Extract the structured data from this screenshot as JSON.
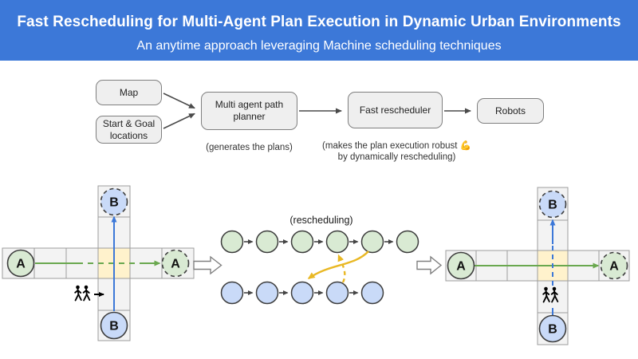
{
  "slide": {
    "title": "Fast Rescheduling for Multi-Agent Plan Execution in Dynamic Urban Environments",
    "subtitle": "An anytime approach leveraging Machine scheduling techniques"
  },
  "flowchart": {
    "map_label": "Map",
    "start_goal_label": "Start & Goal locations",
    "planner_label": "Multi agent path planner",
    "rescheduler_label": "Fast rescheduler",
    "robots_label": "Robots",
    "planner_caption": "(generates the plans)",
    "rescheduler_caption_line1": "(makes the plan execution robust",
    "rescheduler_caption_emoji": "💪",
    "rescheduler_caption_line2": "by dynamically rescheduling)"
  },
  "rescheduling": {
    "label": "(rescheduling)",
    "green_steps": 6,
    "blue_steps": 5
  },
  "agents": {
    "a": "A",
    "b": "B"
  },
  "colors": {
    "header_bg": "#3c78d8",
    "agent_a_fill": "#d9ead3",
    "agent_b_fill": "#c9daf8",
    "intersection_fill": "#fff2cc",
    "cell_fill": "#f3f3f3",
    "green_path": "#6aa84f",
    "blue_path": "#3c78d8",
    "reschedule_arrow": "#e9b824"
  }
}
